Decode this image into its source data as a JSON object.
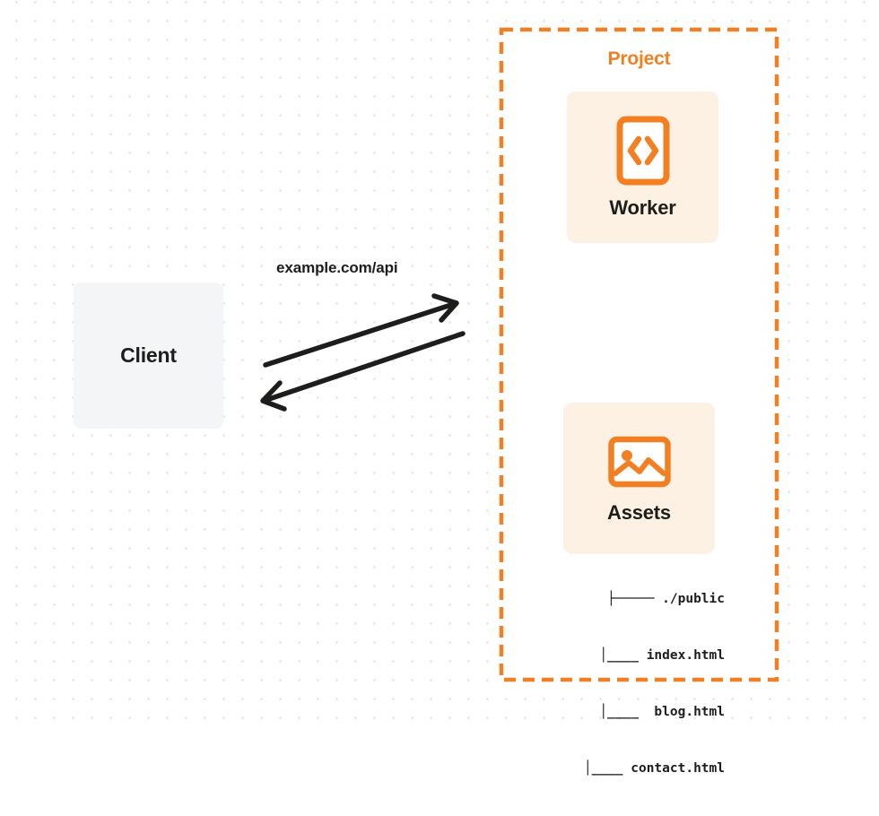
{
  "diagram": {
    "title": "Cloudflare Worker and Assets architecture",
    "background": {
      "style": "dot-grid",
      "dot_color": "#e8e8e8",
      "canvas_color": "#ffffff"
    },
    "colors": {
      "accent_orange": "#f28022",
      "card_fill": "#fdf1e3",
      "client_fill": "#f4f5f7",
      "text_dark": "#1d1d1b",
      "arrow_stroke": "#1d1d1b"
    }
  },
  "client": {
    "label": "Client"
  },
  "edge": {
    "label": "example.com/api",
    "direction": "bidirectional"
  },
  "project": {
    "title": "Project",
    "border_style": "dashed",
    "services": [
      {
        "id": "worker",
        "label": "Worker",
        "icon": "code-brackets-icon"
      },
      {
        "id": "assets",
        "label": "Assets",
        "icon": "image-icon"
      }
    ],
    "file_tree": [
      "├───── ./public",
      "│____ index.html",
      "│____  blog.html",
      "│____ contact.html"
    ],
    "file_tree_rows": [
      {
        "connector": "├─────",
        "name": "./public"
      },
      {
        "connector": "│____",
        "name": "index.html"
      },
      {
        "connector": "│____",
        "name": "blog.html"
      },
      {
        "connector": "│____",
        "name": "contact.html"
      }
    ]
  }
}
